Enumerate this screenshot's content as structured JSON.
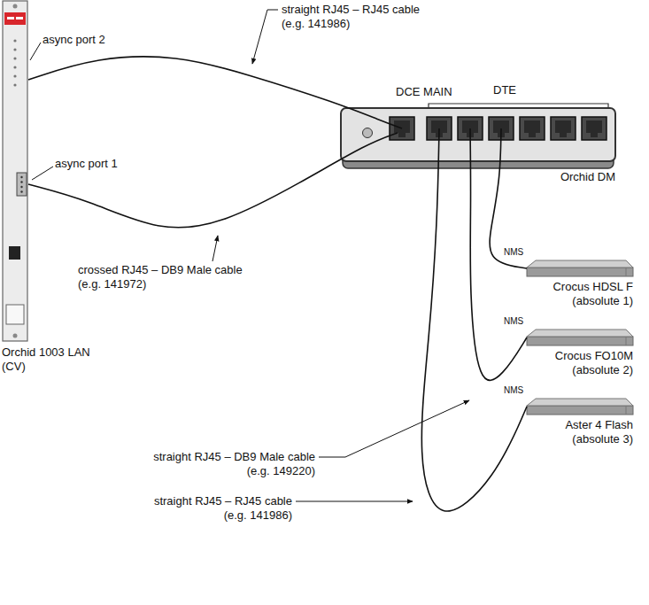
{
  "diagram": {
    "nodes": [
      {
        "text": [
          "Orchid 1003 LAN (CV)"
        ]
      },
      {
        "text": [
          "DCE MAIN",
          "DTE",
          "Orchid DM"
        ]
      },
      {
        "text": [
          "NMS",
          "Crocus HDSL F (absolute 1)"
        ]
      },
      {
        "text": [
          "NMS",
          "Crocus FO10M (absolute 2)"
        ]
      },
      {
        "text": [
          "NMS",
          "Aster 4 Flash (absolute 3)"
        ]
      }
    ],
    "edges": [
      {
        "from": 0,
        "to": 1,
        "arrow": "none"
      },
      {
        "from": 0,
        "to": 1,
        "arrow": "none"
      },
      {
        "from": 1,
        "to": 2,
        "arrow": "none"
      },
      {
        "from": 1,
        "to": 3,
        "arrow": "none"
      },
      {
        "from": 1,
        "to": 4,
        "arrow": "none"
      }
    ],
    "labels": [
      "async port 2",
      "async port 1",
      "straight RJ45 – RJ45 cable (e.g. 141986)",
      "crossed RJ45 – DB9 Male cable (e.g. 141972)",
      "straight RJ45 – DB9 Male cable (e.g. 149220)",
      "straight RJ45 – RJ45 cable (e.g. 141986)"
    ]
  }
}
